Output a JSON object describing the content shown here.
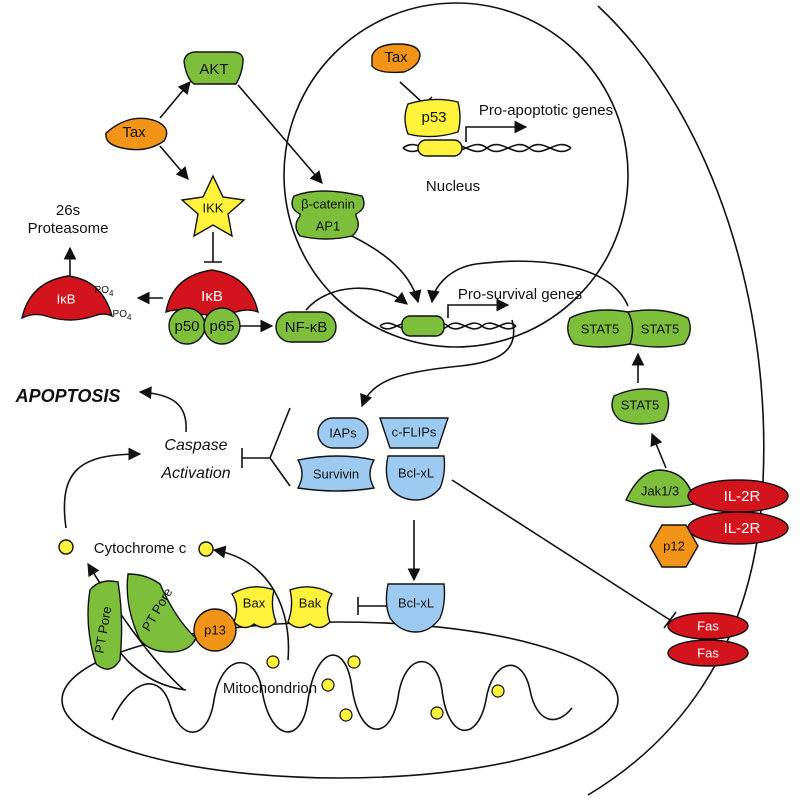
{
  "colors": {
    "green": "#7dbf3b",
    "orange": "#f29418",
    "yellow": "#fff23a",
    "red": "#d4141c",
    "blue": "#9dcaf0"
  },
  "nodes": {
    "tax_top": "Tax",
    "akt": "AKT",
    "tax_nucleus": "Tax",
    "p53": "p53",
    "pro_apoptotic_genes": "Pro-apoptotic genes",
    "nucleus": "Nucleus",
    "ikk": "IKK",
    "beta_catenin": "β-catenin",
    "ap1": "AP1",
    "proteasome_line1": "26s",
    "proteasome_line2": "Proteasome",
    "ikb_left": "IκB",
    "po4_top": "PO",
    "po4_bottom": "PO",
    "po4_sub": "4",
    "ikb_center": "IκB",
    "p50": "p50",
    "p65": "p65",
    "nfkb": "NF-κB",
    "pro_survival_genes": "Pro-survival genes",
    "stat5_a": "STAT5",
    "stat5_b": "STAT5",
    "stat5_single": "STAT5",
    "apoptosis": "APOPTOSIS",
    "caspase_line1": "Caspase",
    "caspase_line2": "Activation",
    "iaps": "IAPs",
    "cflips": "c-FLIPs",
    "survivin": "Survivin",
    "bclxl_top": "Bcl-xL",
    "jak": "Jak1/3",
    "il2r_top": "IL-2R",
    "il2r_bottom": "IL-2R",
    "p12": "p12",
    "cytochrome": "Cytochrome c",
    "bcl_xl_lower": "Bcl-xL",
    "bax": "Bax",
    "bak": "Bak",
    "p13": "p13",
    "pt_pore_left": "PT Pore",
    "pt_pore_right": "PT Pore",
    "fas_top": "Fas",
    "fas_bottom": "Fas",
    "mitochondrion": "Mitochondrion"
  }
}
